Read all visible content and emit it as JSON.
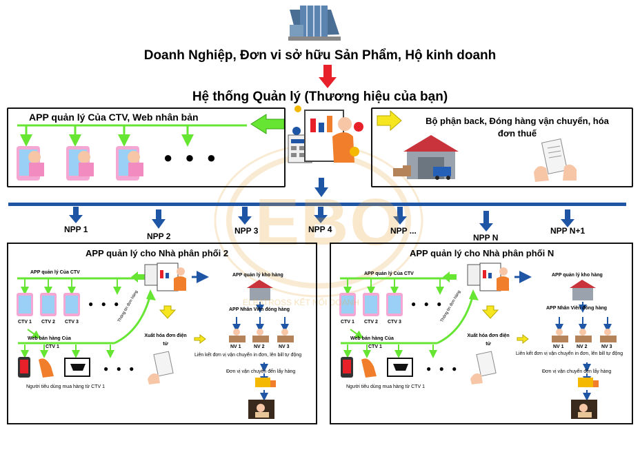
{
  "header": {
    "enterprise_title": "Doanh Nghiệp, Đơn vi sở hữu Sản Phẩm, Hộ kinh doanh",
    "system_title": "Hệ thống Quản lý (Thương hiệu của bạn)"
  },
  "ctv_panel": {
    "title": "APP quản lý Của CTV, Web nhân bản",
    "ellipsis": "● ● ●"
  },
  "back_panel": {
    "title_line1": "Bộ phận back, Đóng hàng vận chuyển, hóa",
    "title_line2": "đơn thuế"
  },
  "watermark": {
    "logo": "EBO",
    "tagline": "ELBATROSS KẾT NỐI DOANH"
  },
  "npp": [
    "NPP 1",
    "NPP 2",
    "NPP 3",
    "NPP 4",
    "NPP ...",
    "NPP N",
    "NPP N+1"
  ],
  "panels": [
    {
      "title": "APP quản lý cho Nhà phân phối 2",
      "ctv_app": "APP quản lý Của CTV",
      "ctv_labels": [
        "CTV 1",
        "CTV 2",
        "CTV 3"
      ],
      "web_sale_line1": "Web bán hàng Của",
      "web_sale_line2": "CTV 1",
      "consumer": "Người tiêu dùng mua hàng từ CTV 1",
      "invoice_line1": "Xuất hóa đơn điện",
      "invoice_line2": "tử",
      "warehouse_app": "APP quản lý  kho hàng",
      "packing_app": "APP Nhân Viên đóng hàng",
      "nv_labels": [
        "NV 1",
        "NV 2",
        "NV 3"
      ],
      "shipping_link": "Liên kết đơn vị vận chuyển in đơn, lên bill tự động",
      "pickup": "Đơn vị vận chuyển đến lấy hàng",
      "order_info": "Thông tin đơn hàng",
      "ellipsis": "● ● ●"
    },
    {
      "title": "APP quản lý cho Nhà phân phối N",
      "ctv_app": "APP quản lý Của CTV",
      "ctv_labels": [
        "CTV 1",
        "CTV 2",
        "CTV 3"
      ],
      "web_sale_line1": "Web bán hàng Của",
      "web_sale_line2": "CTV 1",
      "consumer": "Người tiêu dùng mua hàng từ CTV 1",
      "invoice_line1": "Xuất hóa đơn điện",
      "invoice_line2": "tử",
      "warehouse_app": "APP quản lý  kho hàng",
      "packing_app": "APP Nhân Viên đóng hàng",
      "nv_labels": [
        "NV 1",
        "NV 2",
        "NV 3"
      ],
      "shipping_link": "Liên kết đơn vị vận chuyển in đơn, lên bill tự động",
      "pickup": "Đơn vị vận chuyển đến lấy hàng",
      "order_info": "Thông tin đơn hàng",
      "ellipsis": "● ● ●"
    }
  ],
  "colors": {
    "green": "#66e633",
    "blue": "#1f55a5",
    "red": "#e8202a",
    "yellow": "#f5e61f",
    "pink": "#f4a7d3",
    "orange": "#f07e2a"
  }
}
